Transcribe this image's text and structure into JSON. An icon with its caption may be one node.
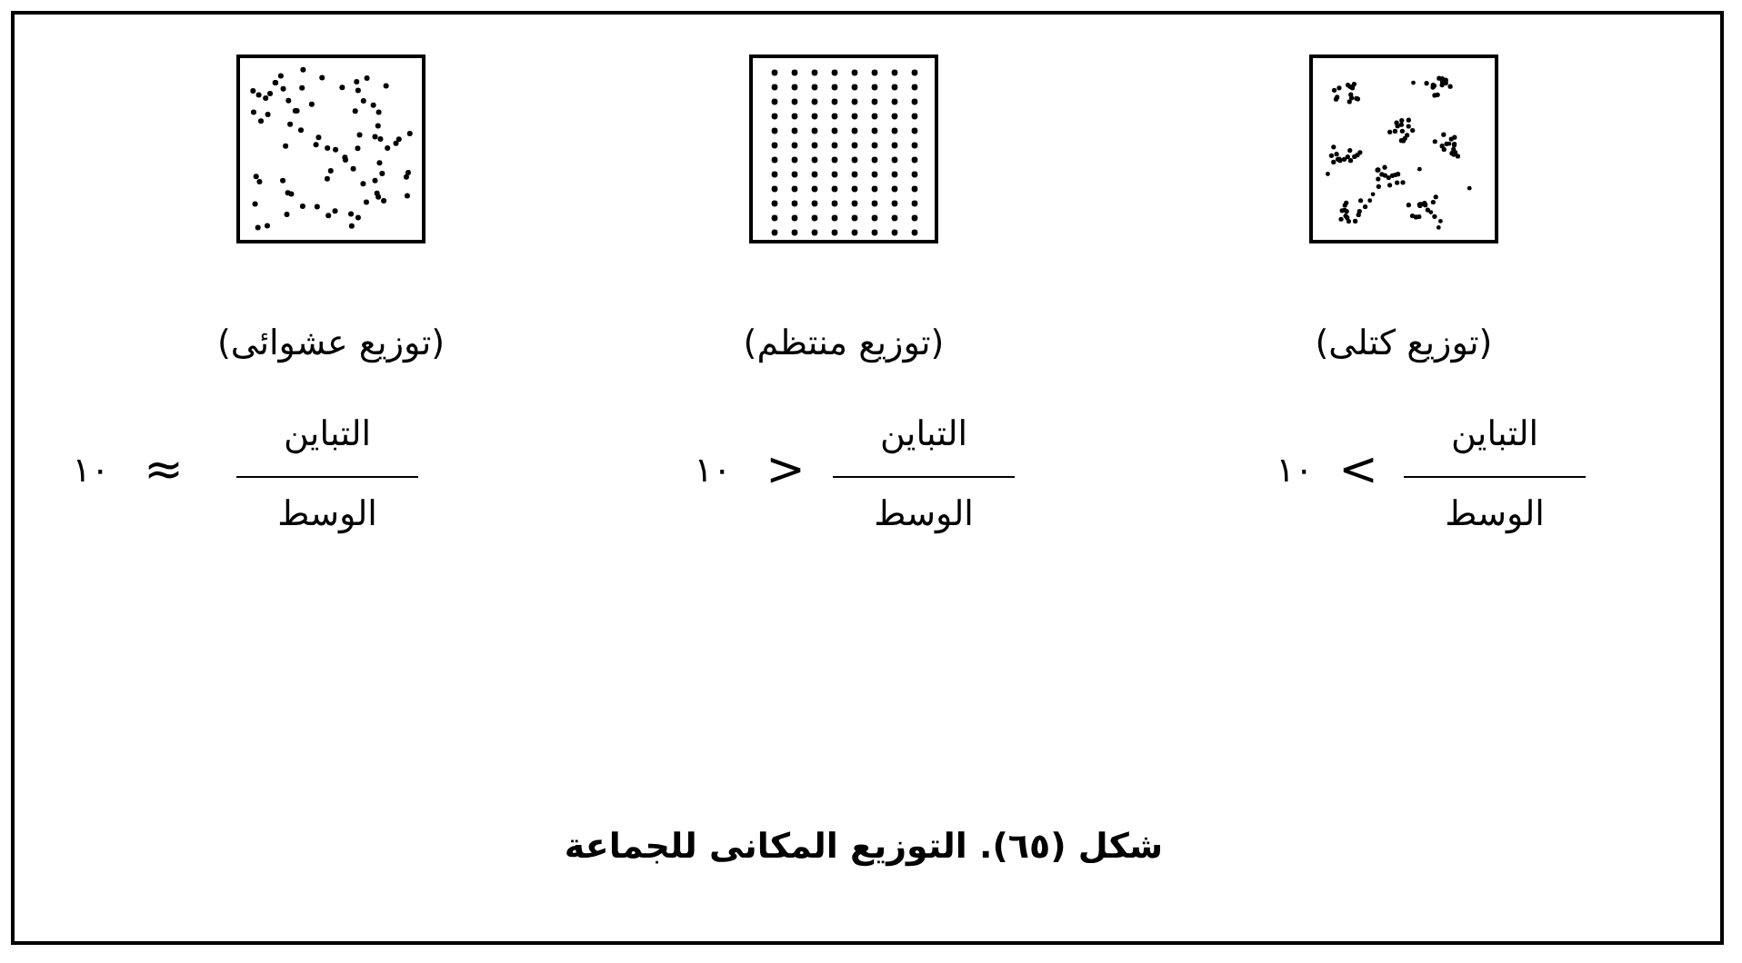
{
  "diagram": {
    "caption": "شكل (٦٥). التوزيع المكانى للجماعة",
    "nodes": [
      {
        "text": [],
        "shape": "box",
        "beside": [
          "(توزيع كتلى)"
        ]
      },
      {
        "text": [],
        "shape": "box",
        "beside": [
          "(توزيع منتظم)"
        ]
      },
      {
        "text": [],
        "shape": "box",
        "beside": [
          "(توزيع عشوائى)"
        ]
      }
    ],
    "edges": [],
    "labels": [
      "التباين",
      "الوسط",
      "<",
      "١٠",
      "التباين",
      "الوسط",
      ">",
      "١٠",
      "التباين",
      "الوسط",
      "≈",
      "١٠"
    ]
  }
}
